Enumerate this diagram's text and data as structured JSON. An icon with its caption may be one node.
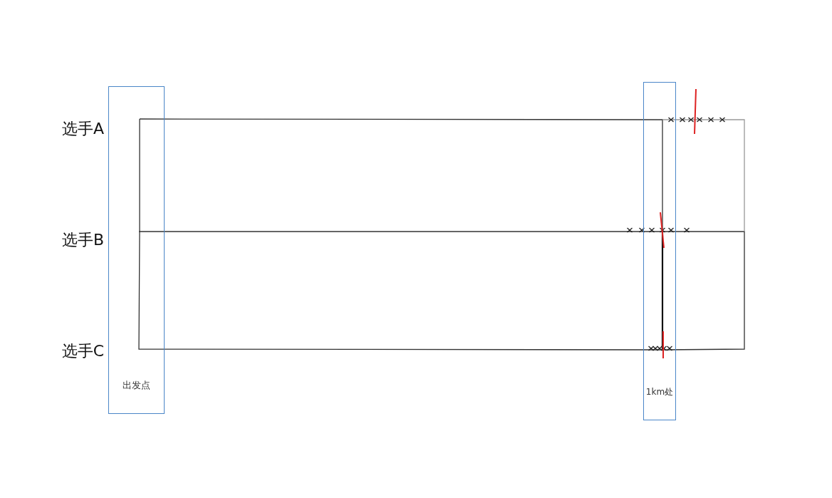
{
  "diagram": {
    "nodes": [
      {
        "text": [
          "出发点"
        ]
      },
      {
        "text": [
          "1km处"
        ]
      }
    ],
    "labels": [
      "选手A",
      "选手B",
      "选手C"
    ]
  }
}
